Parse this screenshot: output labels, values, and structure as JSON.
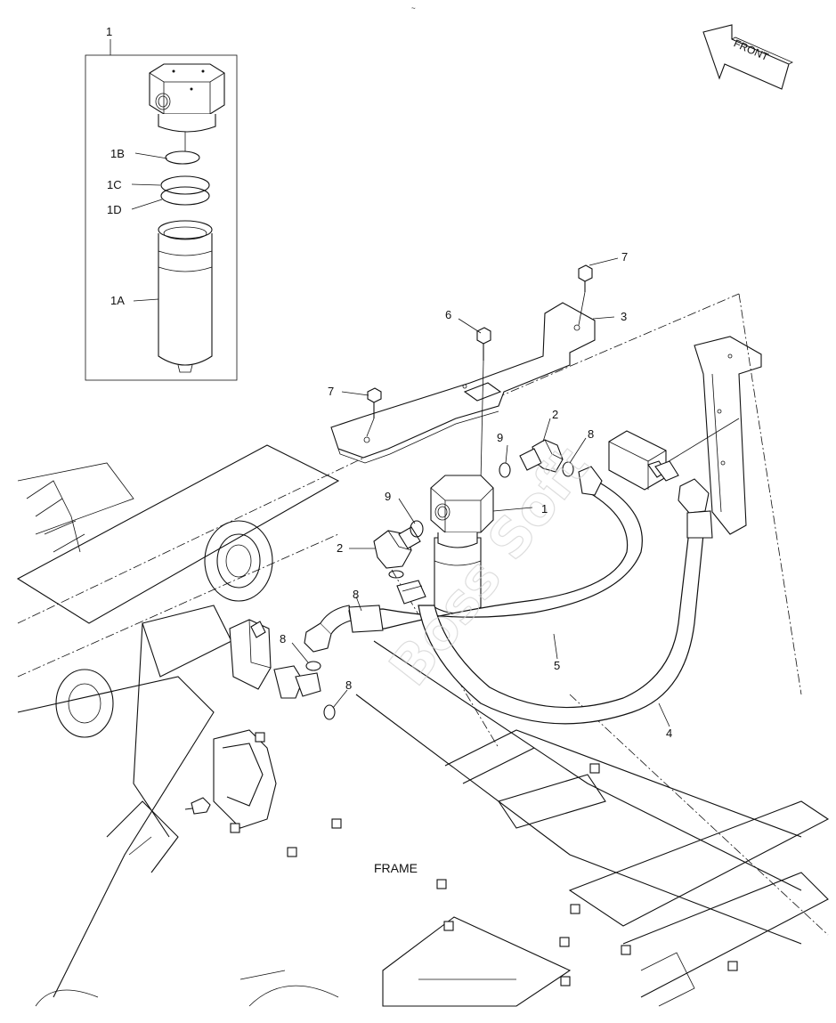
{
  "header_mark": "~",
  "front_label": "FRONT",
  "frame_label": "FRAME",
  "watermark": "Boss Soft",
  "callouts": {
    "c1_top": "1",
    "c1b": "1B",
    "c1c": "1C",
    "c1d": "1D",
    "c1a": "1A",
    "c7_right": "7",
    "c6": "6",
    "c3": "3",
    "c7_left": "7",
    "c2_right": "2",
    "c9_right": "9",
    "c8_right": "8",
    "c9_left": "9",
    "c1_main": "1",
    "c2_left": "2",
    "c8_mid": "8",
    "c8_left": "8",
    "c8_bottom": "8",
    "c5": "5",
    "c4": "4"
  }
}
